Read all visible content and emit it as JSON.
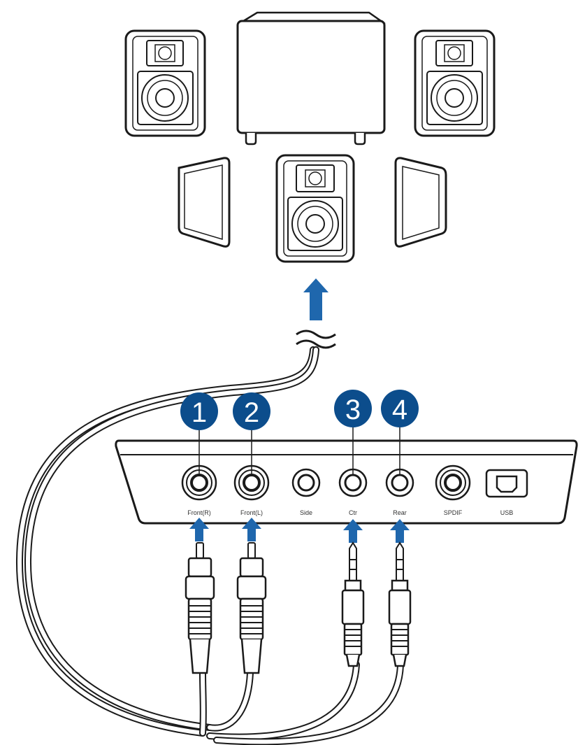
{
  "colors": {
    "badge": "#0c4d8c",
    "arrow": "#1f67ad",
    "line": "#1a1a1a",
    "fill": "#ffffff"
  },
  "badges": [
    "1",
    "2",
    "3",
    "4"
  ],
  "ports": [
    "Front(R)",
    "Front(L)",
    "Side",
    "Ctr",
    "Rear",
    "SPDIF",
    "USB"
  ]
}
